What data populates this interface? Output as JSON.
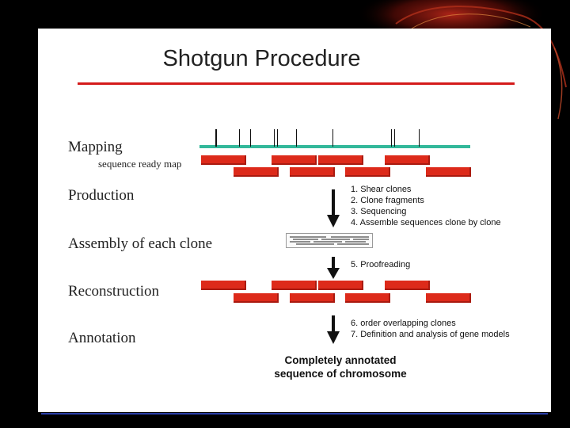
{
  "title": "Shotgun Procedure",
  "stages": {
    "mapping": "Mapping",
    "mapping_sub": "sequence ready map",
    "production": "Production",
    "assembly": "Assembly of each clone",
    "reconstruction": "Reconstruction",
    "annotation": "Annotation"
  },
  "steps": {
    "s1": "1. Shear clones",
    "s2": "2. Clone fragments",
    "s3": "3. Sequencing",
    "s4": "4. Assemble sequences clone by clone",
    "s5": "5. Proofreading",
    "s6": "6. order overlapping clones",
    "s7": "7. Definition and analysis of gene models"
  },
  "final": {
    "line1": "Completely annotated",
    "line2": "sequence of chromosome"
  },
  "colors": {
    "clone_red": "#dd2a1a",
    "map_teal": "#33b89a",
    "title_rule": "#d41a1a"
  }
}
